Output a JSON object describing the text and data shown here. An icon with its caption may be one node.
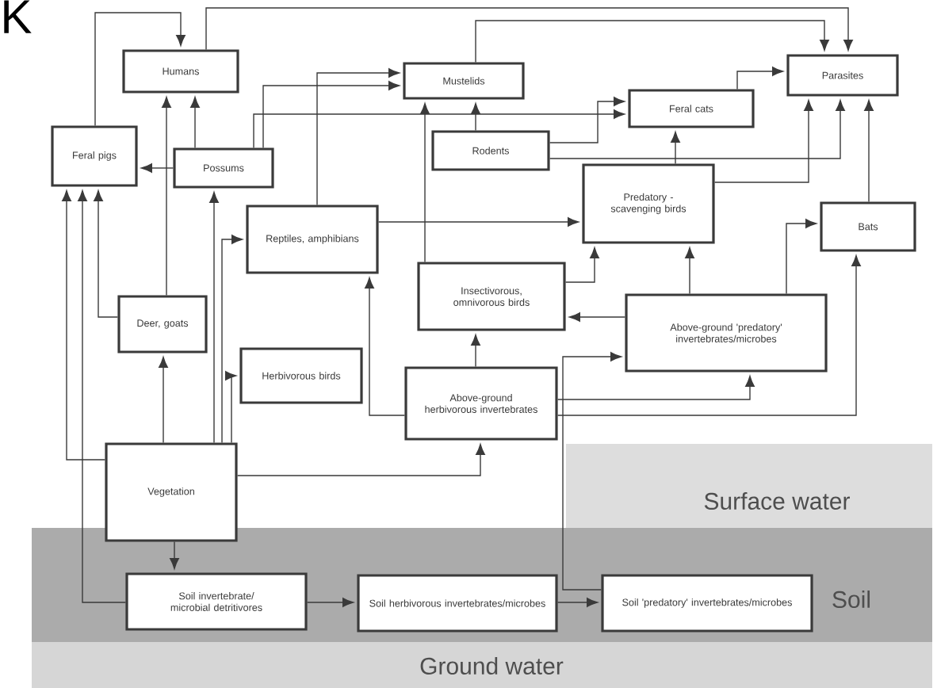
{
  "diagram": {
    "nodes": [
      {
        "text": [
          "Surface water"
        ]
      },
      {
        "text": [
          "Soil"
        ]
      },
      {
        "text": [
          "Ground water"
        ]
      },
      {
        "text": [
          "Humans"
        ]
      },
      {
        "text": [
          "Mustelids"
        ]
      },
      {
        "text": [
          "Parasites"
        ]
      },
      {
        "text": [
          "Feral cats"
        ]
      },
      {
        "text": [
          "Feral pigs"
        ]
      },
      {
        "text": [
          "Possums"
        ]
      },
      {
        "text": [
          "Rodents"
        ]
      },
      {
        "text": [
          "Predatory - scavenging birds"
        ]
      },
      {
        "text": [
          "Reptiles, amphibians"
        ]
      },
      {
        "text": [
          "Bats"
        ]
      },
      {
        "text": [
          "Deer, goats"
        ]
      },
      {
        "text": [
          "Insectivorous, omnivorous birds"
        ]
      },
      {
        "text": [
          "Above-ground 'predatory' invertebrates/microbes"
        ]
      },
      {
        "text": [
          "Herbivorous birds"
        ]
      },
      {
        "text": [
          "Above-ground herbivorous invertebrates"
        ]
      },
      {
        "text": [
          "Vegetation"
        ]
      },
      {
        "text": [
          "Soil invertebrate/ microbial detritivores"
        ],
        "in": 1
      },
      {
        "text": [
          "Soil herbivorous invertebrates/microbes"
        ],
        "in": 1
      },
      {
        "text": [
          "Soil 'predatory' invertebrates/microbes"
        ],
        "in": 1
      }
    ],
    "edges": [
      {
        "from": 18,
        "to": 13,
        "arrow": "to"
      },
      {
        "from": 18,
        "to": 16,
        "arrow": "to"
      },
      {
        "from": 18,
        "to": 17,
        "arrow": "to"
      },
      {
        "from": 18,
        "to": 19,
        "arrow": "to"
      },
      {
        "from": 19,
        "to": 20,
        "arrow": "to"
      },
      {
        "from": 20,
        "to": 21,
        "arrow": "to"
      },
      {
        "from": 18,
        "to": 7,
        "arrow": "to"
      },
      {
        "from": 13,
        "to": 7,
        "arrow": "to"
      },
      {
        "from": 19,
        "to": 7,
        "arrow": "to"
      },
      {
        "from": 8,
        "to": 7,
        "arrow": "to"
      },
      {
        "from": 8,
        "to": 3,
        "arrow": "to"
      },
      {
        "from": 7,
        "to": 3,
        "arrow": "to"
      },
      {
        "from": 13,
        "to": 3,
        "arrow": "to"
      },
      {
        "from": 18,
        "to": 8,
        "arrow": "to"
      },
      {
        "from": 18,
        "to": 11,
        "arrow": "to"
      },
      {
        "from": 17,
        "to": 11,
        "arrow": "to"
      },
      {
        "from": 17,
        "to": 14,
        "arrow": "to"
      },
      {
        "from": 17,
        "to": 15,
        "arrow": "to"
      },
      {
        "from": 15,
        "to": 14,
        "arrow": "to"
      },
      {
        "from": 17,
        "to": 12,
        "arrow": "to"
      },
      {
        "from": 15,
        "to": 12,
        "arrow": "to"
      },
      {
        "from": 14,
        "to": 10,
        "arrow": "to"
      },
      {
        "from": 15,
        "to": 10,
        "arrow": "to"
      },
      {
        "from": 10,
        "to": 6,
        "arrow": "to"
      },
      {
        "from": 9,
        "to": 6,
        "arrow": "to"
      },
      {
        "from": 8,
        "to": 6,
        "arrow": "to"
      },
      {
        "from": 9,
        "to": 4,
        "arrow": "to"
      },
      {
        "from": 8,
        "to": 4,
        "arrow": "to"
      },
      {
        "from": 14,
        "to": 4,
        "arrow": "to"
      },
      {
        "from": 11,
        "to": 4,
        "arrow": "to"
      },
      {
        "from": 6,
        "to": 5,
        "arrow": "to"
      },
      {
        "from": 4,
        "to": 5,
        "arrow": "to"
      },
      {
        "from": 3,
        "to": 5,
        "arrow": "to"
      },
      {
        "from": 9,
        "to": 5,
        "arrow": "to"
      },
      {
        "from": 12,
        "to": 5,
        "arrow": "to"
      },
      {
        "from": 10,
        "to": 5,
        "arrow": "to"
      },
      {
        "from": 11,
        "to": 10,
        "arrow": "to"
      },
      {
        "from": 21,
        "to": 15,
        "arrow": "to"
      }
    ],
    "labels": [
      "K"
    ]
  }
}
